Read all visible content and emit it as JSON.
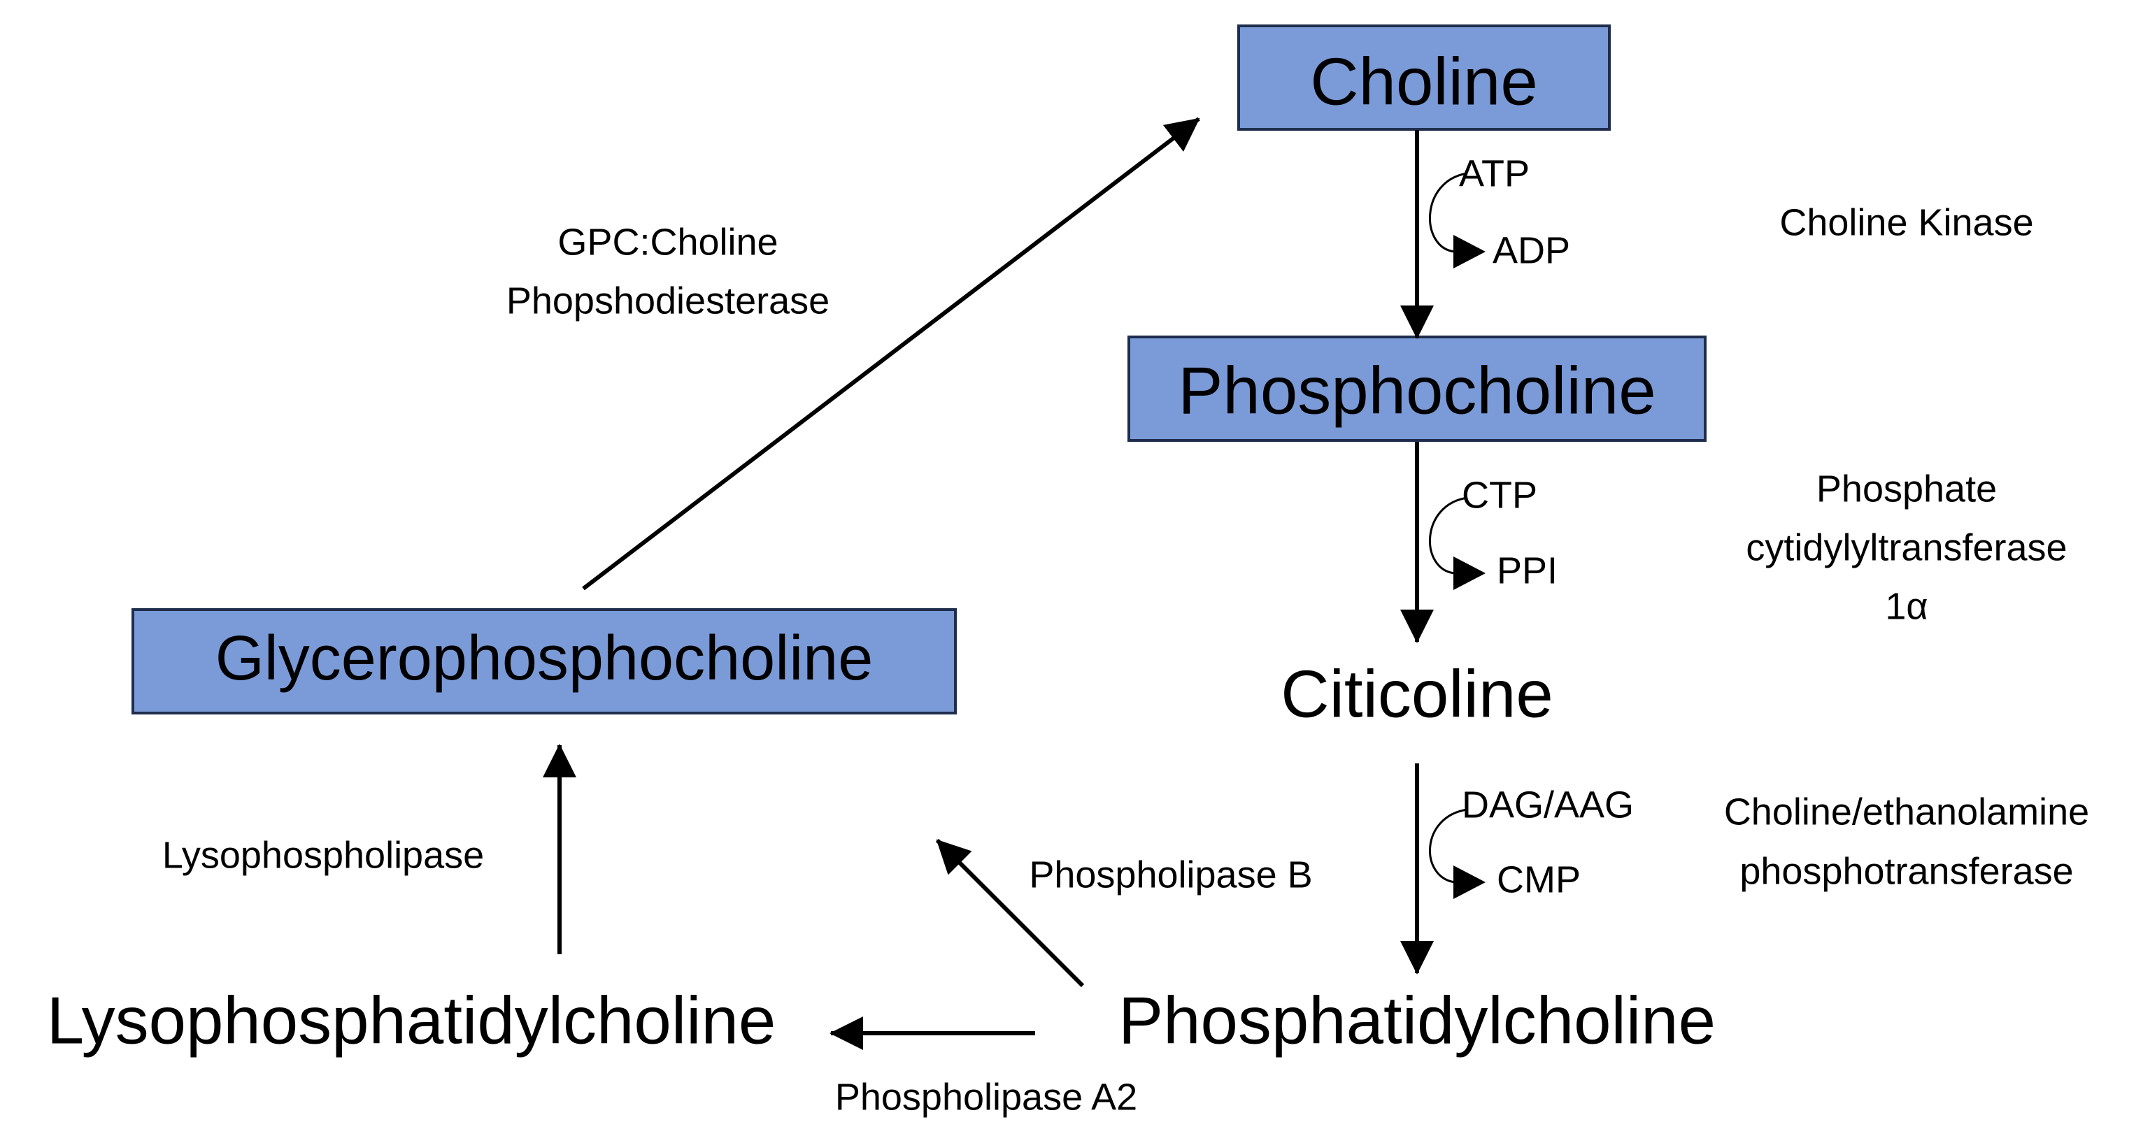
{
  "nodes": {
    "choline": "Choline",
    "phosphocholine": "Phosphocholine",
    "citicoline": "Citicoline",
    "phosphatidylcholine": "Phosphatidylcholine",
    "lysophosphatidylcholine": "Lysophosphatidylcholine",
    "glycerophosphocholine": "Glycerophosphocholine"
  },
  "cofactors": {
    "atp": "ATP",
    "adp": "ADP",
    "ctp": "CTP",
    "ppi": "PPI",
    "dag_aag": "DAG/AAG",
    "cmp": "CMP"
  },
  "enzymes": {
    "choline_kinase": "Choline Kinase",
    "cytidylyltransferase": [
      "Phosphate",
      "cytidylyltransferase",
      "1α"
    ],
    "phosphotransferase": [
      "Choline/ethanolamine",
      "phosphotransferase"
    ],
    "phospholipase_b": "Phospholipase B",
    "phospholipase_a2": "Phospholipase A2",
    "lysophospholipase": "Lysophospholipase",
    "gpc_phosphodiesterase": [
      "GPC:Choline",
      "Phopshodiesterase"
    ]
  },
  "colors": {
    "box_fill": "#7b9bd8",
    "box_border": "#1f2d4d",
    "arrow": "#000000"
  }
}
